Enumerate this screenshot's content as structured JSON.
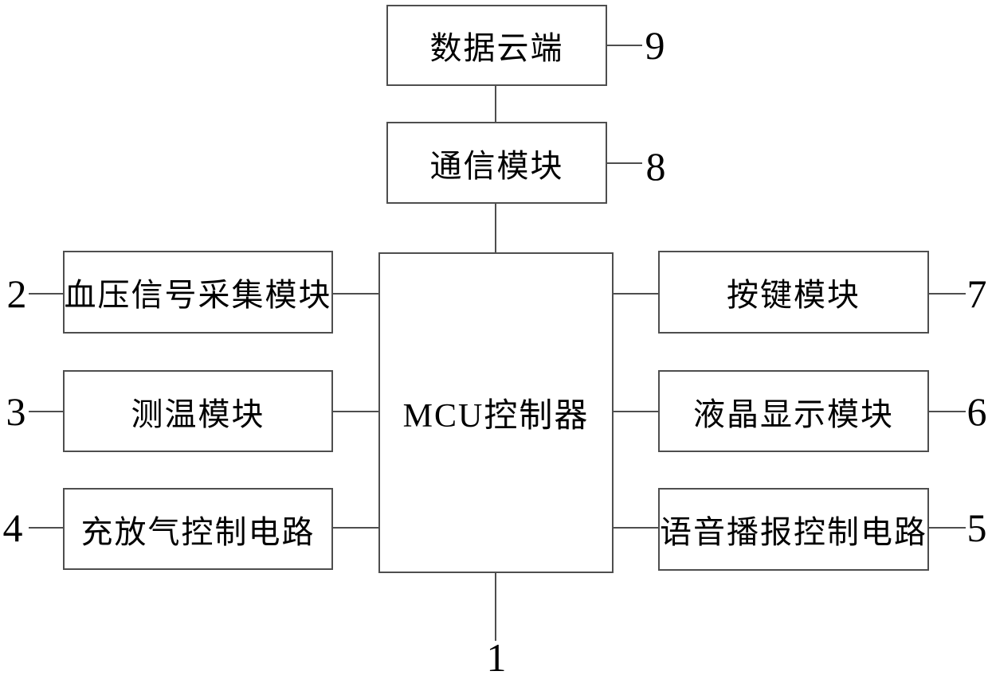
{
  "diagram": {
    "type": "block-diagram",
    "background": "#ffffff",
    "line_color": "#4e4e4e",
    "text_color": "#000000",
    "nodes": {
      "data_cloud": {
        "label": "数据云端",
        "ref": "9"
      },
      "comm_module": {
        "label": "通信模块",
        "ref": "8"
      },
      "mcu_controller": {
        "label": "MCU控制器",
        "ref": "1"
      },
      "bp_signal_module": {
        "label": "血压信号采集模块",
        "ref": "2"
      },
      "temp_module": {
        "label": "测温模块",
        "ref": "3"
      },
      "inflation_circuit": {
        "label": "充放气控制电路",
        "ref": "4"
      },
      "key_module": {
        "label": "按键模块",
        "ref": "7"
      },
      "lcd_module": {
        "label": "液晶显示模块",
        "ref": "6"
      },
      "voice_circuit": {
        "label": "语音播报控制电路",
        "ref": "5"
      }
    },
    "connections": [
      "data_cloud - comm_module",
      "comm_module - mcu_controller",
      "bp_signal_module - mcu_controller",
      "temp_module - mcu_controller",
      "inflation_circuit - mcu_controller",
      "mcu_controller - key_module",
      "mcu_controller - lcd_module",
      "mcu_controller - voice_circuit"
    ]
  }
}
